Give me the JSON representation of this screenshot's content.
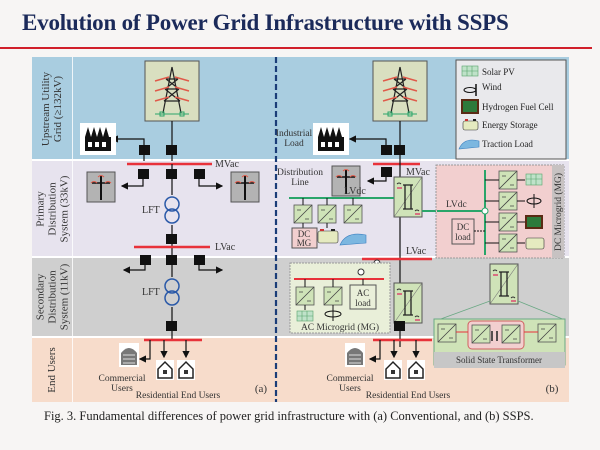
{
  "title": "Evolution of Power Grid Infrastructure with SSPS",
  "rows": [
    {
      "label": "Upstream Utility\nGrid (≥132kV)"
    },
    {
      "label": "Primary\nDistribution\nSystem (33kV)"
    },
    {
      "label": "Secondary\nDistribution\nSystem (11kV)"
    },
    {
      "label": "End Users"
    }
  ],
  "panel_a": {
    "id": "(a)",
    "bus_mv": "MVac",
    "bus_lv": "LVac",
    "transformer_1": "LFT",
    "transformer_2": "LFT",
    "commercial": "Commercial\nUsers",
    "commercial_line1": "Commercial",
    "commercial_line2": "Users",
    "residential": "Residential End Users"
  },
  "panel_b": {
    "id": "(b)",
    "industrial_line1": "Industrial",
    "industrial_line2": "Load",
    "bus_mv": "MVac",
    "distribution_line1": "Distribution",
    "distribution_line2": "Line",
    "lvdc_left": "LVdc",
    "lvdc_right": "LVdc",
    "lvac": "LVac",
    "dc_mg_line1": "DC",
    "dc_mg_line2": "MG",
    "dc_load_line1": "DC",
    "dc_load_line2": "load",
    "dc_microgrid": "DC Microgrid (MG)",
    "ac_load_line1": "AC",
    "ac_load_line2": "load",
    "ac_microgrid": "AC Microgrid (MG)",
    "sst": "Solid State Transformer",
    "commercial_line1": "Commercial",
    "commercial_line2": "Users",
    "residential": "Residential End Users"
  },
  "legend": [
    {
      "icon": "solar-pv-icon",
      "label": "Solar PV"
    },
    {
      "icon": "wind-icon",
      "label": "Wind"
    },
    {
      "icon": "hydrogen-fuel-cell-icon",
      "label": "Hydrogen Fuel Cell"
    },
    {
      "icon": "energy-storage-icon",
      "label": "Energy Storage"
    },
    {
      "icon": "traction-load-icon",
      "label": "Traction Load"
    }
  ],
  "caption": "Fig. 3. Fundamental differences of power grid infrastructure with (a) Conventional, and (b) SSPS.",
  "colors": {
    "title": "#1b2a5a",
    "rule": "#d11f2a",
    "upstream_band": "#a9cde0",
    "primary_band": "#e7e3ee",
    "secondary_band": "#cfcfcf",
    "enduser_band": "#f7dccb",
    "ac_bus": "#e8323a",
    "dc_bus": "#2aa56a",
    "converter_fill": "#cfe3b8",
    "microgrid_dc_fill": "#f2cfcf",
    "microgrid_ac_fill": "#e9efd9"
  }
}
